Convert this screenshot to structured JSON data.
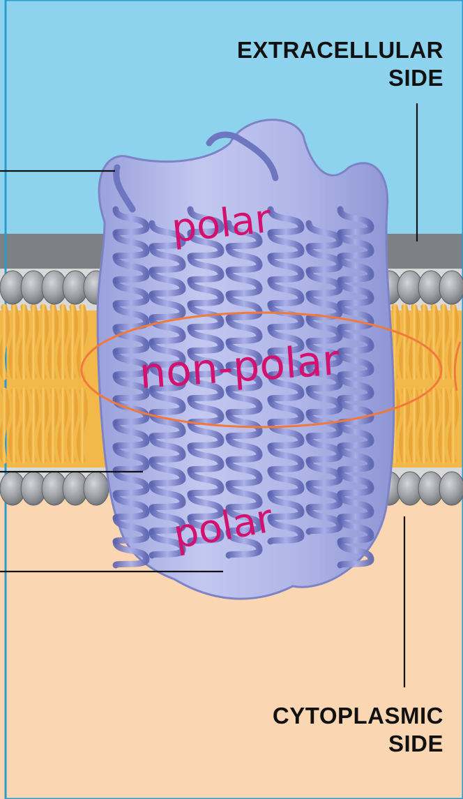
{
  "labels": {
    "extracellular": [
      "EXTRACELLULAR",
      "SIDE"
    ],
    "cytoplasmic": [
      "CYTOPLASMIC",
      "SIDE"
    ]
  },
  "annotations": {
    "top": "polar",
    "middle": "non-polar",
    "bottom": "polar"
  },
  "colors": {
    "extracellular": "#8ed3ee",
    "cytoplasm": "#fbd6b2",
    "lipid_tail": "#f4bb4e",
    "head_group": "#9b9ea3",
    "protein": "#aab0e4",
    "helix": "#7f86cf",
    "annotation_ink": "#d2126e",
    "ellipse": "#f07a3c",
    "frame": "#2b9acd"
  }
}
